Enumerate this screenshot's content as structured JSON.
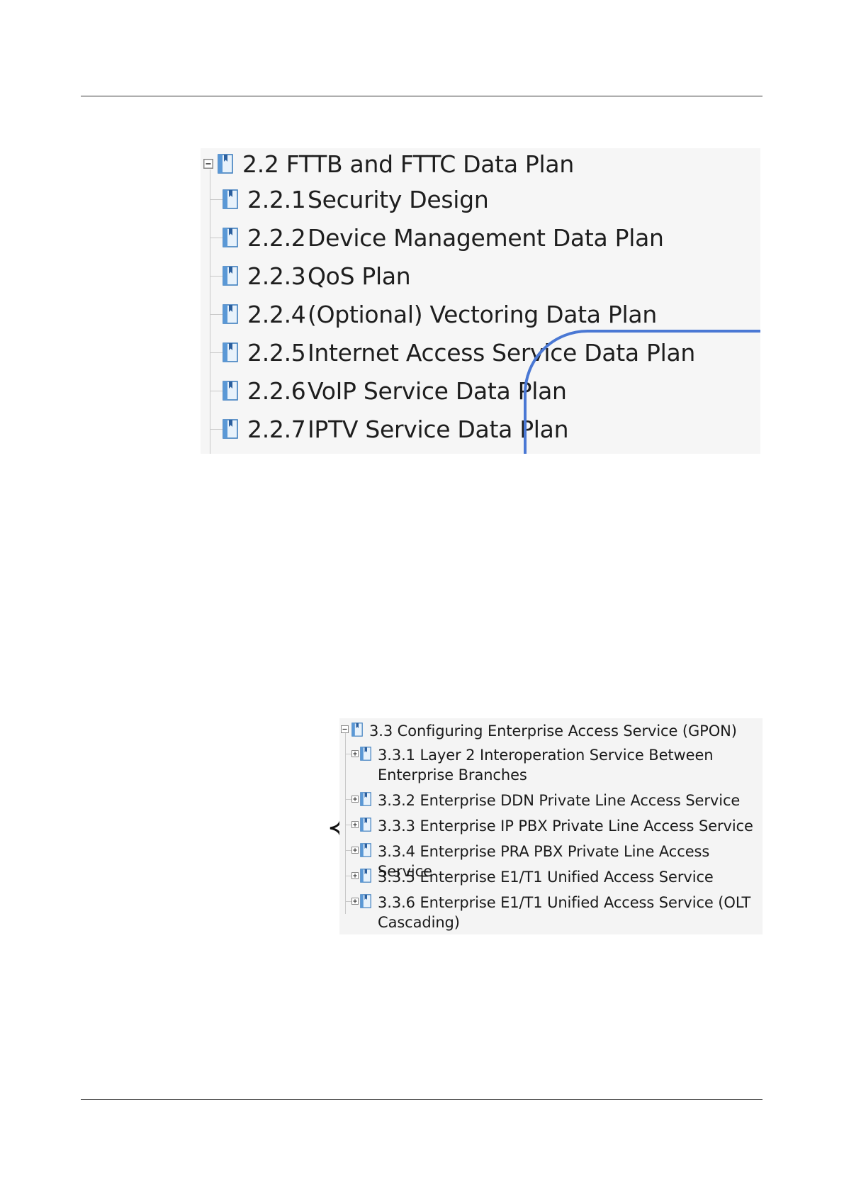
{
  "tree1": {
    "root": {
      "label": "2.2 FTTB and FTTC Data Plan"
    },
    "items": [
      {
        "num": "2.2.1",
        "title": "Security Design"
      },
      {
        "num": "2.2.2",
        "title": "Device Management Data Plan"
      },
      {
        "num": "2.2.3",
        "title": "QoS Plan"
      },
      {
        "num": "2.2.4",
        "title": "(Optional) Vectoring Data Plan"
      },
      {
        "num": "2.2.5",
        "title": "Internet Access Service Data Plan"
      },
      {
        "num": "2.2.6",
        "title": "VoIP Service Data Plan"
      },
      {
        "num": "2.2.7",
        "title": "IPTV Service Data Plan"
      }
    ],
    "highlight_color": "#4a78d4"
  },
  "tree2": {
    "root": {
      "label": "3.3 Configuring Enterprise Access Service (GPON)"
    },
    "items": [
      {
        "label": "3.3.1 Layer 2 Interoperation Service Between Enterprise Branches"
      },
      {
        "label": "3.3.2 Enterprise DDN Private Line Access Service"
      },
      {
        "label": "3.3.3 Enterprise IP PBX Private Line Access Service"
      },
      {
        "label": "3.3.4 Enterprise PRA PBX Private Line Access Service"
      },
      {
        "label": "3.3.5 Enterprise E1/T1 Unified Access Service"
      },
      {
        "label": "3.3.6 Enterprise E1/T1 Unified Access Service (OLT Cascading)"
      }
    ]
  },
  "icons": {
    "collapse": "minus-box-icon",
    "expand": "plus-box-icon",
    "topic": "book-page-icon",
    "grouping": "curly-brace-icon"
  }
}
